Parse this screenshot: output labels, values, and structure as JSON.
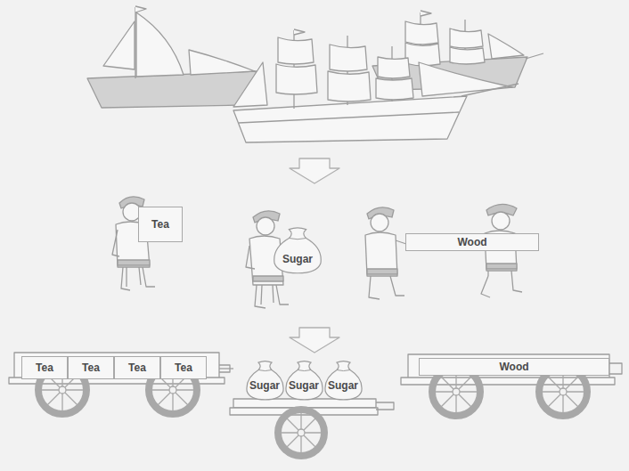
{
  "diagram": {
    "nodes": [
      {
        "text": [
          "Tea"
        ]
      },
      {
        "text": [
          "Sugar"
        ]
      },
      {
        "text": [
          "Wood"
        ]
      },
      {
        "text": [
          "Tea"
        ]
      },
      {
        "text": [
          "Tea"
        ]
      },
      {
        "text": [
          "Tea"
        ]
      },
      {
        "text": [
          "Tea"
        ]
      },
      {
        "text": [
          "Wood"
        ]
      },
      {
        "text": [
          "Sugar"
        ]
      },
      {
        "text": [
          "Sugar"
        ]
      },
      {
        "text": [
          "Sugar"
        ]
      }
    ]
  }
}
